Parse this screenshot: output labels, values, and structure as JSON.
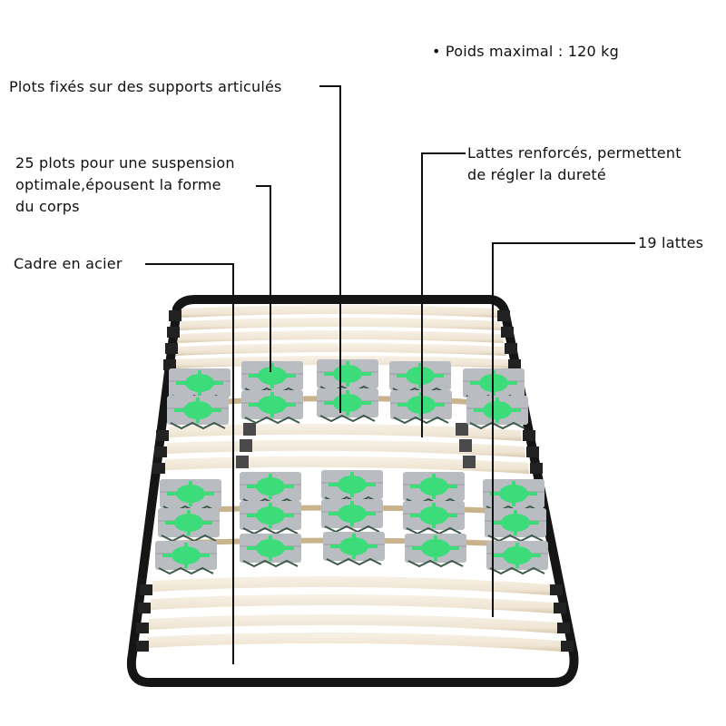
{
  "annotations": {
    "max_weight": "• Poids maximal : 120 kg",
    "plots_supports": "Plots fixés sur des supports articulés",
    "plots_25": [
      "25 plots pour une suspension",
      "optimale,épousent la forme",
      "du corps"
    ],
    "lattes_renforces": [
      "Lattes renforcés, permettent",
      "de régler la dureté"
    ],
    "lattes_19": "19 lattes",
    "cadre": "Cadre en acier"
  },
  "product": {
    "type": "sommier à lattes et plots",
    "slat_count": 19,
    "plot_count": 25,
    "max_load_kg": 120,
    "frame_material": "acier"
  },
  "colors": {
    "frame": "#1a1a1a",
    "slat": "#f3ebdc",
    "slat_shadow": "#d9ccb5",
    "plot_gray": "#b8bbc0",
    "plot_green": "#3ddc7a",
    "leader_line": "#111111"
  }
}
